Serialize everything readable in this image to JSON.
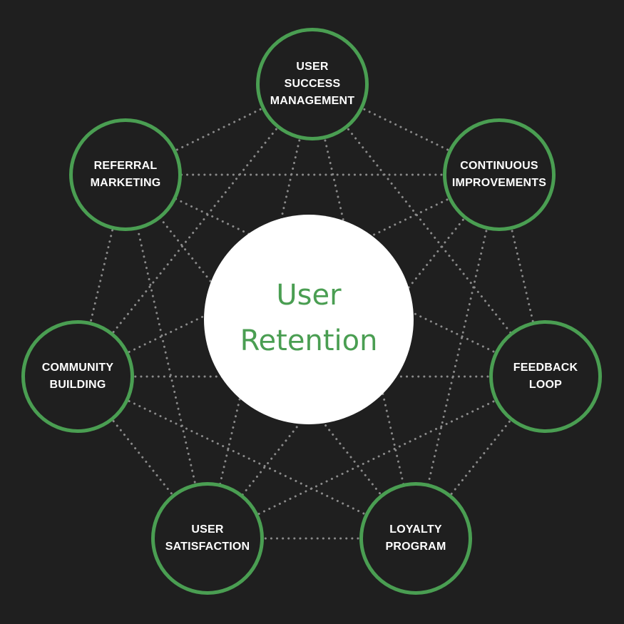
{
  "center": {
    "label": "User\nRetention"
  },
  "nodes": [
    {
      "id": "user-success-management",
      "label": "USER\nSUCCESS\nMANAGEMENT"
    },
    {
      "id": "continuous-improvements",
      "label": "CONTINUOUS\nIMPROVEMENTS"
    },
    {
      "id": "feedback-loop",
      "label": "FEEDBACK\nLOOP"
    },
    {
      "id": "loyalty-program",
      "label": "LOYALTY\nPROGRAM"
    },
    {
      "id": "user-satisfaction",
      "label": "USER\nSATISFACTION"
    },
    {
      "id": "community-building",
      "label": "COMMUNITY\nBUILDING"
    },
    {
      "id": "referral-marketing",
      "label": "REFERRAL\nMARKETING"
    }
  ],
  "colors": {
    "background": "#1f1f1f",
    "accent": "#4a9e52",
    "node_text": "#ffffff",
    "center_fill": "#ffffff",
    "connector": "#8a8a8a"
  }
}
